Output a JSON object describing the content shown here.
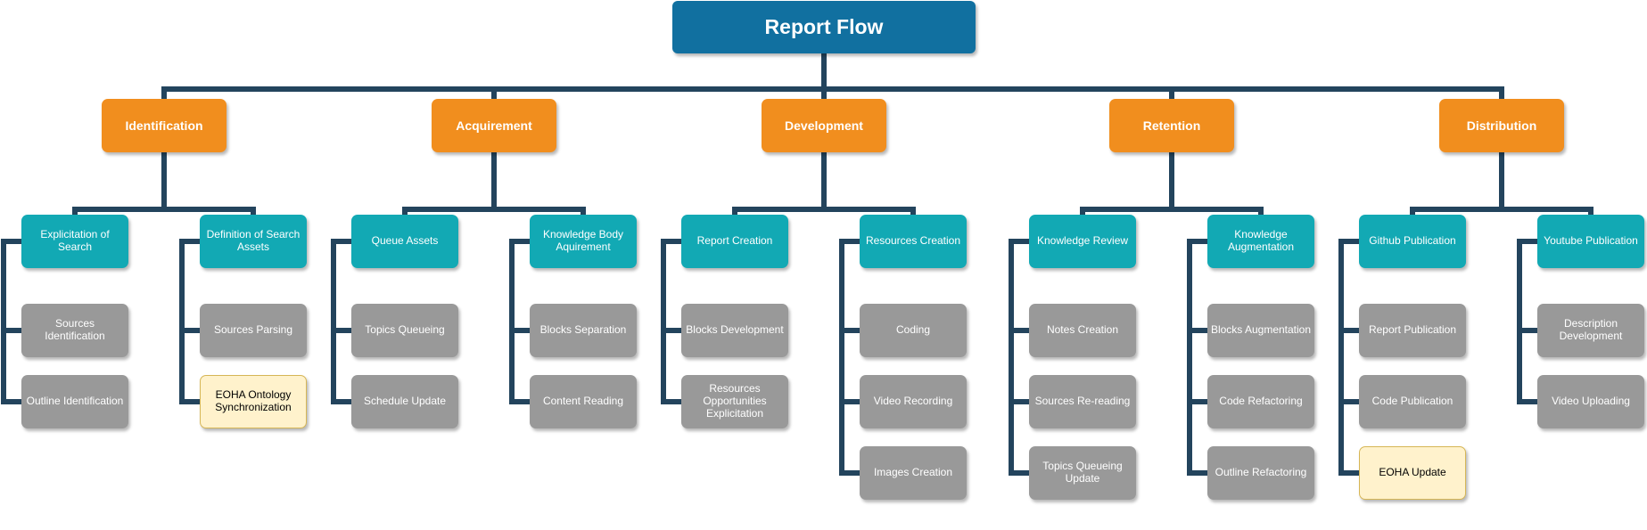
{
  "title": "Report Flow",
  "colors": {
    "root": "#1170a0",
    "category": "#f18e1e",
    "subtask": "#12a9b4",
    "task": "#999999",
    "highlight": "#fff2cc",
    "connector": "#23445d"
  },
  "categories": [
    {
      "label": "Identification",
      "subtasks": [
        {
          "label": "Explicitation of Search",
          "tasks": [
            {
              "label": "Sources Identification"
            },
            {
              "label": "Outline Identification"
            }
          ]
        },
        {
          "label": "Definition of Search Assets",
          "tasks": [
            {
              "label": "Sources Parsing"
            },
            {
              "label": "EOHA Ontology Synchronization",
              "highlight": true
            }
          ]
        }
      ]
    },
    {
      "label": "Acquirement",
      "subtasks": [
        {
          "label": "Queue Assets",
          "tasks": [
            {
              "label": "Topics Queueing"
            },
            {
              "label": "Schedule Update"
            }
          ]
        },
        {
          "label": "Knowledge Body Aquirement",
          "tasks": [
            {
              "label": "Blocks Separation"
            },
            {
              "label": "Content Reading"
            }
          ]
        }
      ]
    },
    {
      "label": "Development",
      "subtasks": [
        {
          "label": "Report Creation",
          "tasks": [
            {
              "label": "Blocks Development"
            },
            {
              "label": "Resources Opportunities Explicitation"
            }
          ]
        },
        {
          "label": "Resources Creation",
          "tasks": [
            {
              "label": "Coding"
            },
            {
              "label": "Video Recording"
            },
            {
              "label": "Images Creation"
            }
          ]
        }
      ]
    },
    {
      "label": "Retention",
      "subtasks": [
        {
          "label": "Knowledge Review",
          "tasks": [
            {
              "label": "Notes Creation"
            },
            {
              "label": "Sources Re-reading"
            },
            {
              "label": "Topics Queueing Update"
            }
          ]
        },
        {
          "label": "Knowledge Augmentation",
          "tasks": [
            {
              "label": "Blocks Augmentation"
            },
            {
              "label": "Code Refactoring"
            },
            {
              "label": "Outline Refactoring"
            }
          ]
        }
      ]
    },
    {
      "label": "Distribution",
      "subtasks": [
        {
          "label": "Github Publication",
          "tasks": [
            {
              "label": "Report Publication"
            },
            {
              "label": "Code Publication"
            },
            {
              "label": "EOHA Update",
              "highlight": true
            }
          ]
        },
        {
          "label": "Youtube Publication",
          "tasks": [
            {
              "label": "Description Development"
            },
            {
              "label": "Video Uploading"
            }
          ]
        }
      ]
    }
  ]
}
